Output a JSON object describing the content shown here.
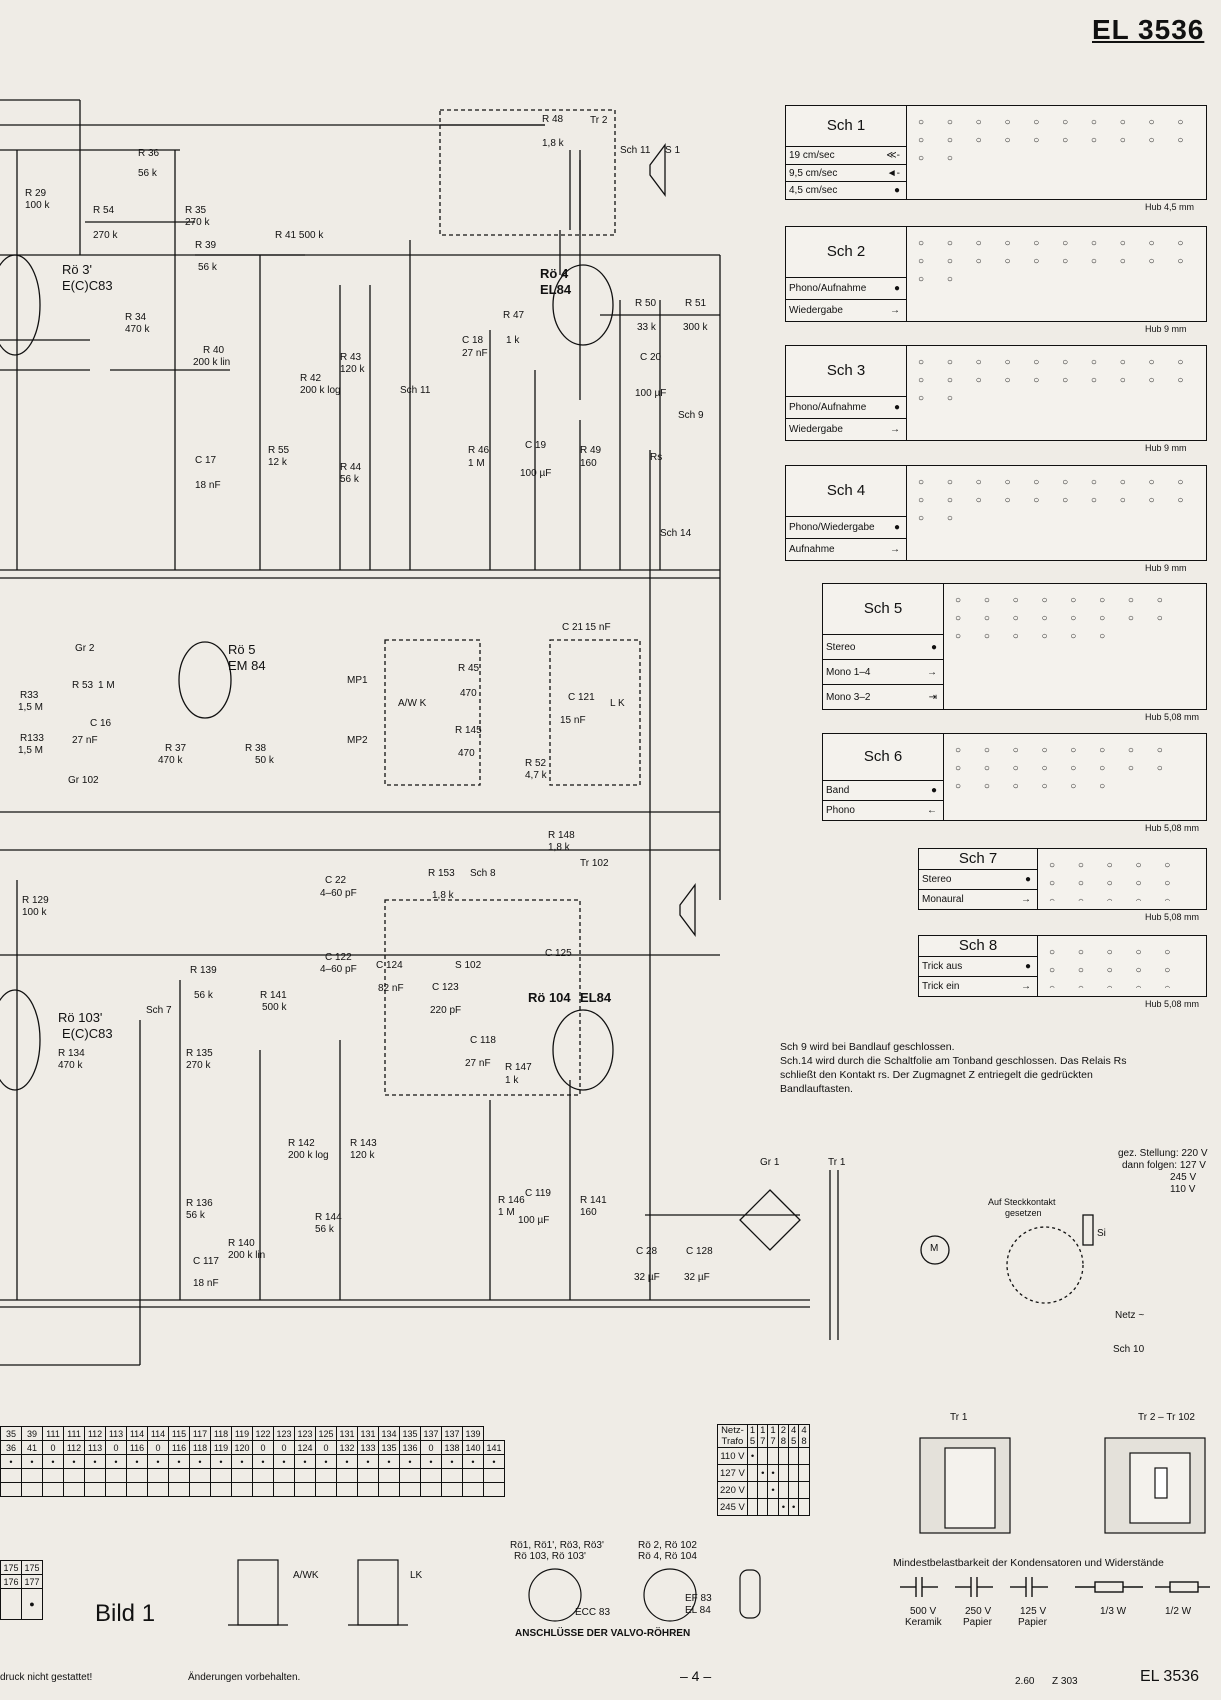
{
  "header": {
    "model": "EL 3536"
  },
  "switches": [
    {
      "name": "Sch 1",
      "rows": [
        "19 cm/sec",
        "9,5 cm/sec",
        "4,5 cm/sec"
      ],
      "symbols": [
        "≪-",
        "◄-",
        "●"
      ],
      "hub": "Hub 4,5 mm"
    },
    {
      "name": "Sch 2",
      "rows": [
        "Phono/Aufnahme",
        "Wiedergabe"
      ],
      "symbols": [
        "●",
        "→"
      ],
      "hub": "Hub 9 mm"
    },
    {
      "name": "Sch 3",
      "rows": [
        "Phono/Aufnahme",
        "Wiedergabe"
      ],
      "symbols": [
        "●",
        "→"
      ],
      "hub": "Hub 9 mm"
    },
    {
      "name": "Sch 4",
      "rows": [
        "Phono/Wiedergabe",
        "Aufnahme"
      ],
      "symbols": [
        "●",
        "→"
      ],
      "hub": "Hub 9 mm"
    },
    {
      "name": "Sch 5",
      "rows": [
        "Stereo",
        "Mono 1–4",
        "Mono 3–2"
      ],
      "symbols": [
        "●",
        "→",
        "⇥"
      ],
      "hub": "Hub 5,08 mm"
    },
    {
      "name": "Sch 6",
      "rows": [
        "Band",
        "Phono"
      ],
      "symbols": [
        "●",
        "←"
      ],
      "hub": "Hub 5,08 mm"
    },
    {
      "name": "Sch 7",
      "rows": [
        "Stereo",
        "Monaural"
      ],
      "symbols": [
        "●",
        "→"
      ],
      "hub": "Hub 5,08 mm"
    },
    {
      "name": "Sch 8",
      "rows": [
        "Trick aus",
        "Trick ein"
      ],
      "symbols": [
        "●",
        "→"
      ],
      "hub": "Hub 5,08 mm"
    }
  ],
  "notes": {
    "line1": "Sch 9 wird bei Bandlauf geschlossen.",
    "line2": "Sch.14 wird durch die Schaltfolie am Tonband geschlossen. Das Relais Rs",
    "line3": "schließt den Kontakt rs. Der Zugmagnet Z entriegelt die gedrückten",
    "line4": "Bandlauftasten."
  },
  "tubes": {
    "ro4": "Rö 4",
    "el84": "EL84",
    "ro5": "Rö 5",
    "em84": "EM 84",
    "ro3": "Rö 3'",
    "ecc83a": "E(C)C83",
    "ro103": "Rö 103'",
    "ecc83b": "E(C)C83",
    "ro104": "Rö 104",
    "el84b": "EL84"
  },
  "components": {
    "r36": "R 36",
    "r36v": "56 k",
    "r29": "R 29",
    "r29v": "100 k",
    "r54": "R 54",
    "r54v": "270 k",
    "r35": "R 35",
    "r35v": "270 k",
    "r39": "R 39",
    "r39v": "56 k",
    "r41": "R 41 500 k",
    "r48": "R 48",
    "r48v": "1,8 k",
    "tr2": "Tr 2",
    "s1": "S 1",
    "sch11": "Sch 11",
    "r34": "R 34",
    "r34v": "470 k",
    "r40": "R 40",
    "r40v": "200 k lin",
    "r42": "R 42",
    "r42v": "200 k log",
    "r43": "R 43",
    "r43v": "120 k",
    "r44": "R 44",
    "r44v": "56 k",
    "r46": "R 46",
    "r46v": "1 M",
    "c18": "C 18",
    "c18v": "27 nF",
    "r47": "R 47",
    "r47v": "1 k",
    "r50": "R 50",
    "r50v": "33 k",
    "r51": "R 51",
    "r51v": "300 k",
    "c20": "C 20",
    "c20v": "100 µF",
    "sch9": "Sch 9",
    "rs": "Rs",
    "sch14": "Sch 14",
    "c19": "C 19",
    "c19v": "100 µF",
    "r49": "R 49",
    "r49v": "160",
    "r55": "R 55",
    "r55v": "12 k",
    "c17": "C 17",
    "c17v": "18 nF",
    "gr2": "Gr 2",
    "r53": "R 53",
    "r53v": "1 M",
    "c16": "C 16",
    "c16v": "27 nF",
    "gr102": "Gr 102",
    "r37": "R 37",
    "r37v": "470 k",
    "r38": "R 38",
    "r38v": "50 k",
    "r45": "R 45",
    "r45v": "470",
    "r145": "R 145",
    "r145v": "470",
    "awk": "A/W K",
    "lk": "L K",
    "mp1": "MP1",
    "mp2": "MP2",
    "c21": "C 21",
    "c21v": "15 nF",
    "c121": "C 121",
    "c121v": "15 nF",
    "r52": "R 52",
    "r52v": "4,7 k",
    "r148": "R 148",
    "r148v": "1,8 k",
    "tr102": "Tr 102",
    "r129": "R 129",
    "r129v": "100 k",
    "c22": "C 22",
    "c22v": "4–60 pF",
    "c122": "C 122",
    "c122v": "4–60 pF",
    "r153": "R 153",
    "r153v": "1,8 k",
    "sch8": "Sch 8",
    "c124": "C 124",
    "c124v": "82 nF",
    "s102": "S 102",
    "c123": "C 123",
    "c123v": "220 pF",
    "c125": "C 125",
    "sch7": "Sch 7",
    "r139": "R 139",
    "r139v": "56 k",
    "r141p": "R 141",
    "r141pv": "500 k",
    "r134": "R 134",
    "r134v": "470 k",
    "r135": "R 135",
    "r135v": "270 k",
    "c118": "C 118",
    "c118v": "27 nF",
    "r147": "R 147",
    "r147v": "1 k",
    "r142": "R 142",
    "r142v": "200 k log",
    "r143": "R 143",
    "r143v": "120 k",
    "r144": "R 144",
    "r144v": "56 k",
    "r146": "R 146",
    "r146v": "1 M",
    "c119": "C 119",
    "c119v": "100 µF",
    "r141": "R 141",
    "r141v": "160",
    "r136": "R 136",
    "r136v": "56 k",
    "r140": "R 140",
    "r140v": "200 k lin",
    "c117": "C 117",
    "c117v": "18 nF",
    "c28": "C 28",
    "c28v": "32 µF",
    "c128": "C 128",
    "c128v": "32 µF",
    "gr1": "Gr 1",
    "tr1": "Tr 1",
    "si": "Si",
    "sch10": "Sch 10",
    "netz": "Netz ~",
    "steck1": "Auf Steckkontakt",
    "steck2": "gesetzen",
    "m": "M",
    "r33": "R33",
    "r33v": "1,5 M",
    "r133": "R133",
    "r133v": "1,5 M"
  },
  "voltage_selector": {
    "title1": "gez. Stellung: 220 V",
    "title2": "dann folgen: 127 V",
    "v3": "245 V",
    "v4": "110 V"
  },
  "pin_table": {
    "top": [
      "35",
      "39",
      "111",
      "111",
      "112",
      "113",
      "114",
      "114",
      "115",
      "117",
      "118",
      "119",
      "122",
      "123",
      "123",
      "125",
      "131",
      "131",
      "134",
      "135",
      "137",
      "137",
      "139"
    ],
    "bottom": [
      "36",
      "41",
      "0",
      "112",
      "113",
      "0",
      "116",
      "0",
      "116",
      "118",
      "119",
      "120",
      "0",
      "0",
      "124",
      "0",
      "132",
      "133",
      "135",
      "136",
      "0",
      "138",
      "140",
      "141"
    ]
  },
  "trafo_table": {
    "header1": "Netz-",
    "header2": "Trafo",
    "cols_top": [
      "1",
      "1",
      "1",
      "2",
      "4",
      "4"
    ],
    "cols_bottom": [
      "5",
      "7",
      "7",
      "8",
      "5",
      "8"
    ],
    "rows": [
      "110 V",
      "127 V",
      "220 V",
      "245 V"
    ]
  },
  "bottom": {
    "pin_small_top": [
      "175",
      "175"
    ],
    "pin_small_bottom": [
      "176",
      "177"
    ],
    "bild": "Bild 1",
    "awk": "A/WK",
    "lk": "LK",
    "tubes1": "Rö1, Rö1', Rö3, Rö3'",
    "tubes1b": "Rö 103, Rö 103'",
    "tubes2": "Rö 2, Rö 102",
    "tubes2b": "Rö 4, Rö 104",
    "ecc": "ECC 83",
    "ef": "EF 83",
    "el": "EL 84",
    "anschl": "ANSCHLÜSSE DER VALVO-RÖHREN",
    "tr1": "Tr 1",
    "tr2": "Tr 2 – Tr 102",
    "mindest": "Mindestbelastbarkeit der Kondensatoren und Widerstände",
    "c1": "500 V",
    "c1b": "Keramik",
    "c2": "250 V",
    "c2b": "Papier",
    "c3": "125 V",
    "c3b": "Papier",
    "w1": "1/3 W",
    "w2": "1/2 W",
    "druck": "druck nicht gestattet!",
    "aenderung": "Änderungen vorbehalten.",
    "page": "– 4 –",
    "date": "2.60",
    "code": "Z 303",
    "model": "EL 3536"
  }
}
